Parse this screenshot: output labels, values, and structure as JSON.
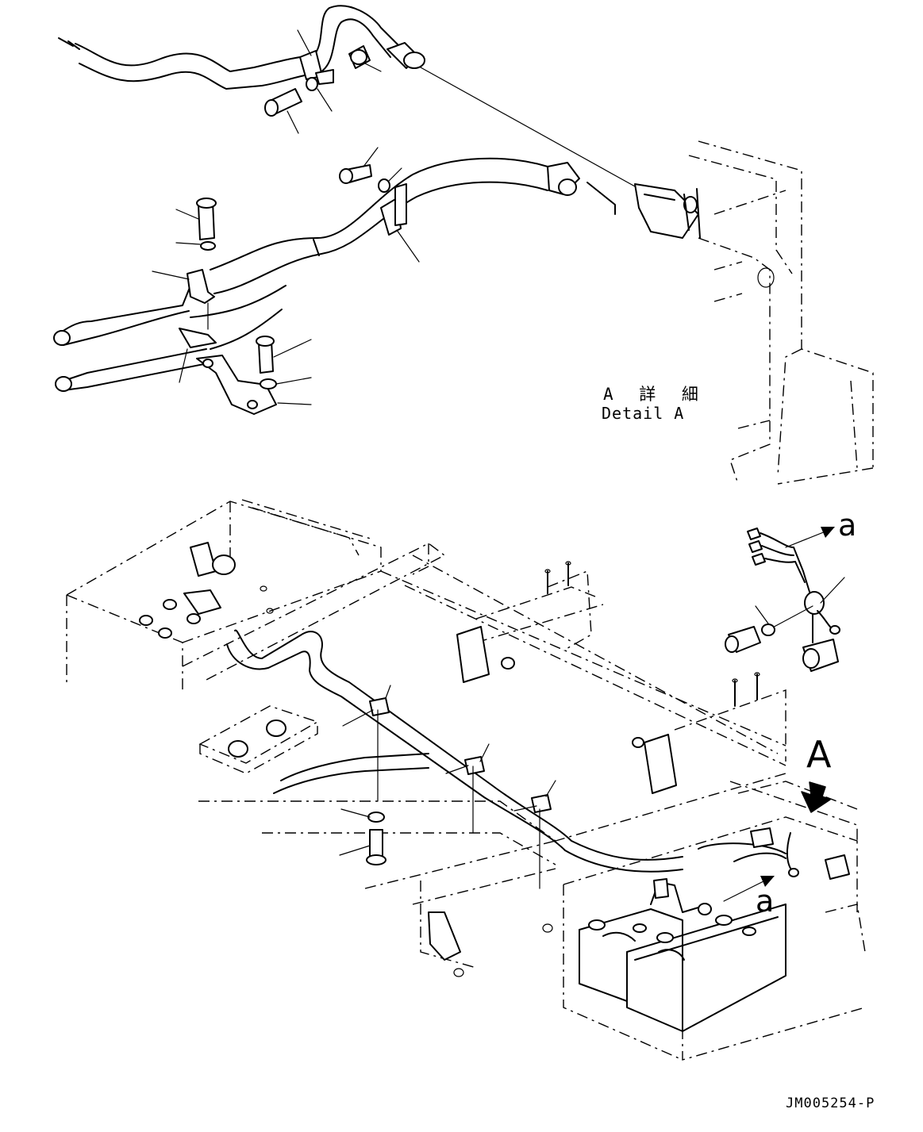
{
  "labels": {
    "detail_title_jp": "A 詳 細",
    "detail_title_en": "Detail A",
    "view_letter": "A",
    "connector_a_top": "a",
    "connector_a_bottom": "a",
    "drawing_number": "JM005254-P"
  },
  "colors": {
    "line": "#000000",
    "background": "#ffffff"
  },
  "icons": {
    "view_direction": "view-arrow-icon",
    "connector_pointer": "arrow-icon"
  }
}
